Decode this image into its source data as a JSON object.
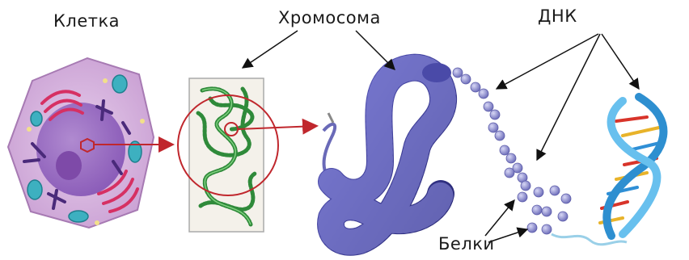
{
  "labels": {
    "cell": "Клетка",
    "chromosome": "Хромосома",
    "dna": "ДНК",
    "proteins": "Белки"
  },
  "colors": {
    "cell_membrane": "#c79bd1",
    "nucleus": "#9e70c2",
    "highlight_red": "#c0272d",
    "chromatin_green": "#2f8a3a",
    "chromosome_blue": "#3a3a9a",
    "dna_blue": "#3da0dc"
  },
  "icons": [
    "cell-icon",
    "chromatin-square-icon",
    "chromosome-coil-icon",
    "nucleosome-beads-icon",
    "dna-helix-icon"
  ]
}
